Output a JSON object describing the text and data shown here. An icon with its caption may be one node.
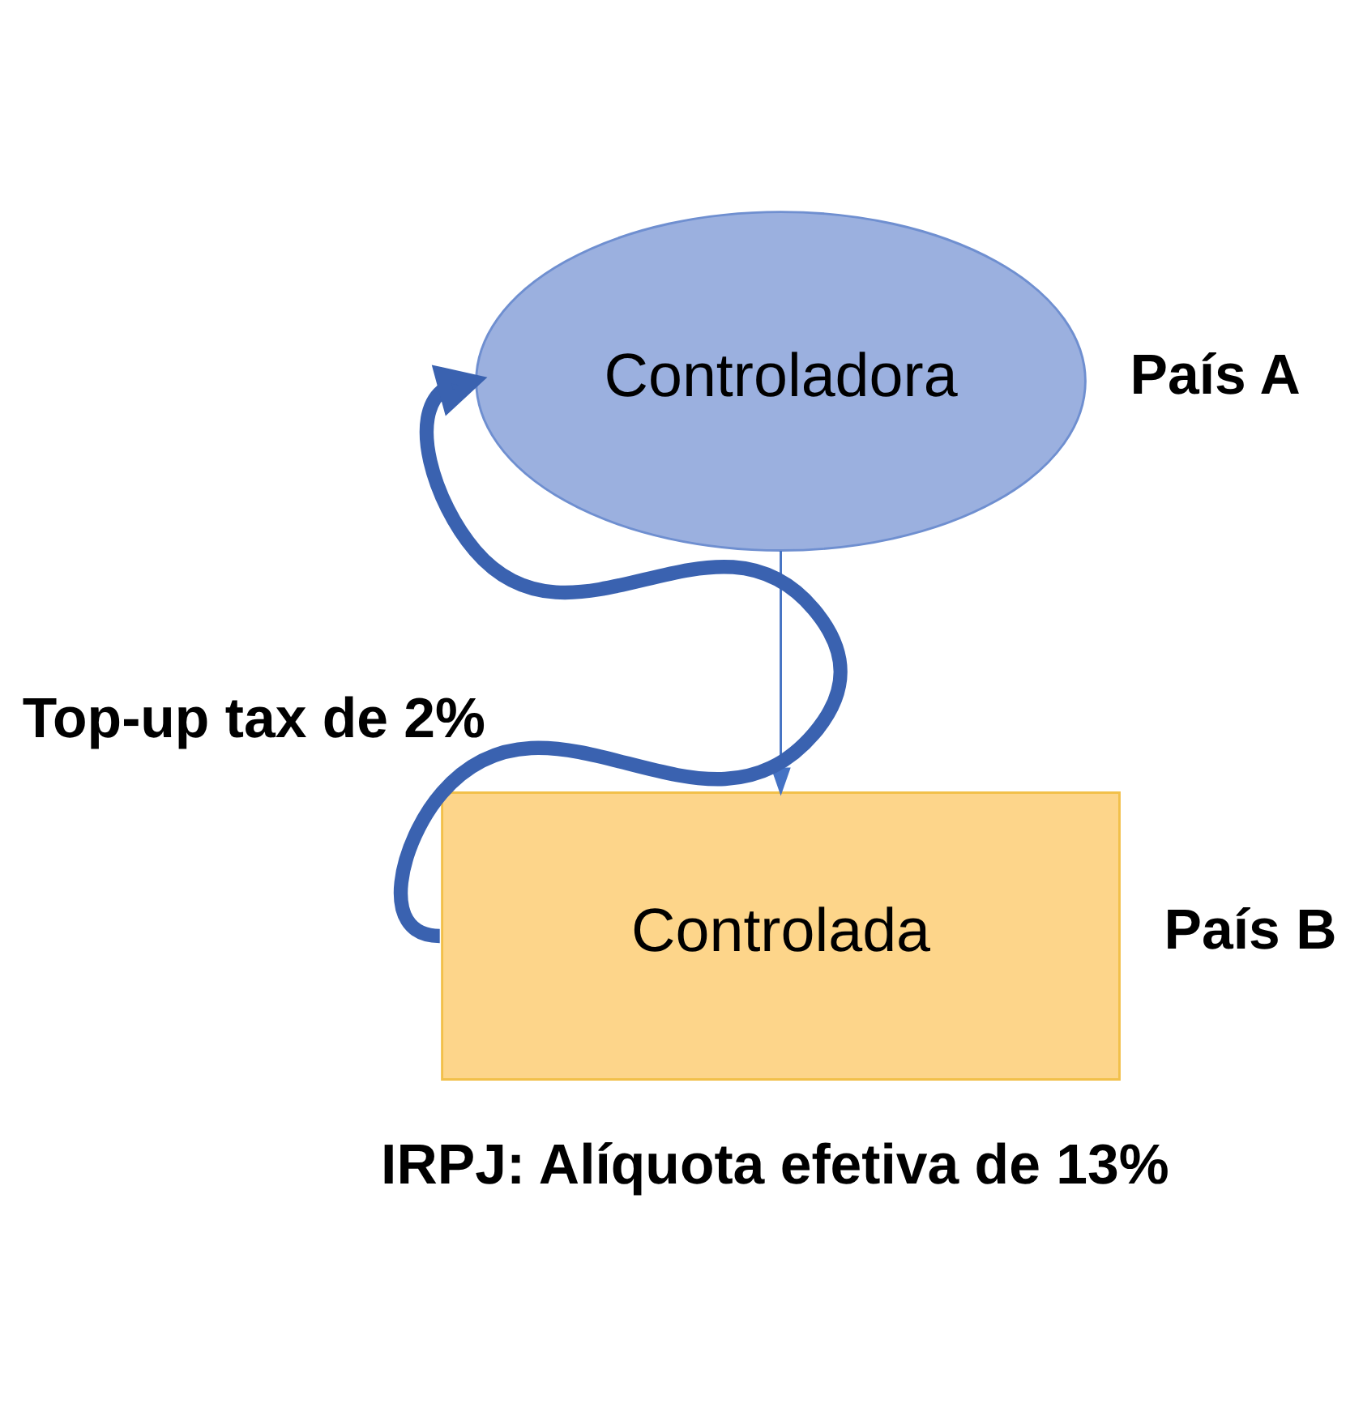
{
  "diagram": {
    "nodes": [
      {
        "text": [
          "Controladora"
        ],
        "beside": [
          "País A"
        ]
      },
      {
        "text": [
          "Controlada"
        ],
        "beside": [
          "País B",
          "IRPJ: Alíquota efetiva de 13%"
        ]
      }
    ],
    "edges": [
      {
        "from": 0,
        "to": 1,
        "arrow": "to"
      },
      {
        "from": 1,
        "to": 0,
        "arrow": "to",
        "label": "Top-up tax de 2%",
        "style": "thick",
        "color": "#3a62b0"
      }
    ]
  }
}
